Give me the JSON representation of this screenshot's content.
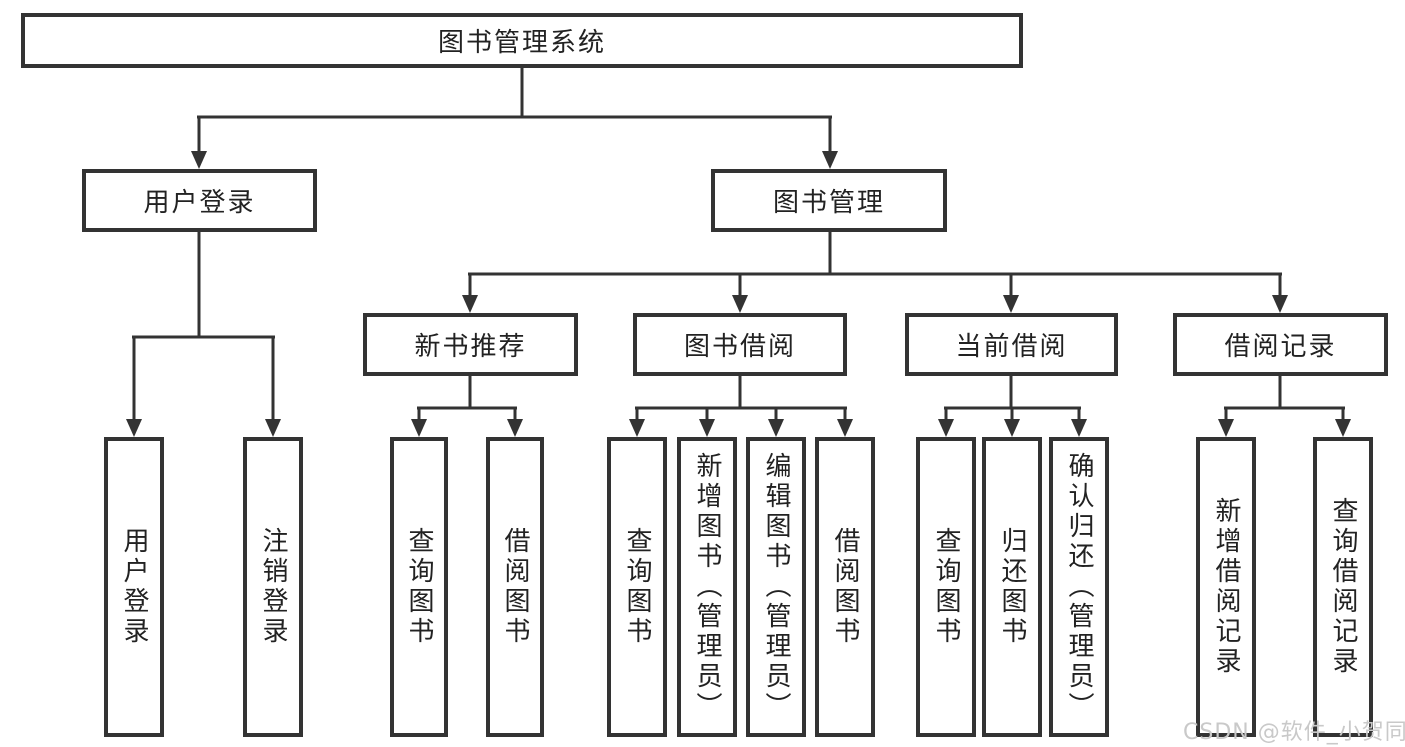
{
  "diagram": {
    "root": {
      "label": "图书管理系统"
    },
    "level2": [
      {
        "label": "用户登录",
        "children": [
          {
            "label": "用户登录"
          },
          {
            "label": "注销登录"
          }
        ]
      },
      {
        "label": "图书管理",
        "children": [
          {
            "label": "新书推荐",
            "children": [
              {
                "label": "查询图书"
              },
              {
                "label": "借阅图书"
              }
            ]
          },
          {
            "label": "图书借阅",
            "children": [
              {
                "label": "查询图书"
              },
              {
                "label": "新增图书（管理员）"
              },
              {
                "label": "编辑图书（管理员）"
              },
              {
                "label": "借阅图书"
              }
            ]
          },
          {
            "label": "当前借阅",
            "children": [
              {
                "label": "查询图书"
              },
              {
                "label": "归还图书"
              },
              {
                "label": "确认归还（管理员）"
              }
            ]
          },
          {
            "label": "借阅记录",
            "children": [
              {
                "label": "新增借阅记录"
              },
              {
                "label": "查询借阅记录"
              }
            ]
          }
        ]
      }
    ],
    "watermark": "CSDN @软件_小贺同学"
  },
  "colors": {
    "line": "#333333",
    "text": "#222222",
    "watermark": "#c9c9c9",
    "background": "#ffffff"
  }
}
